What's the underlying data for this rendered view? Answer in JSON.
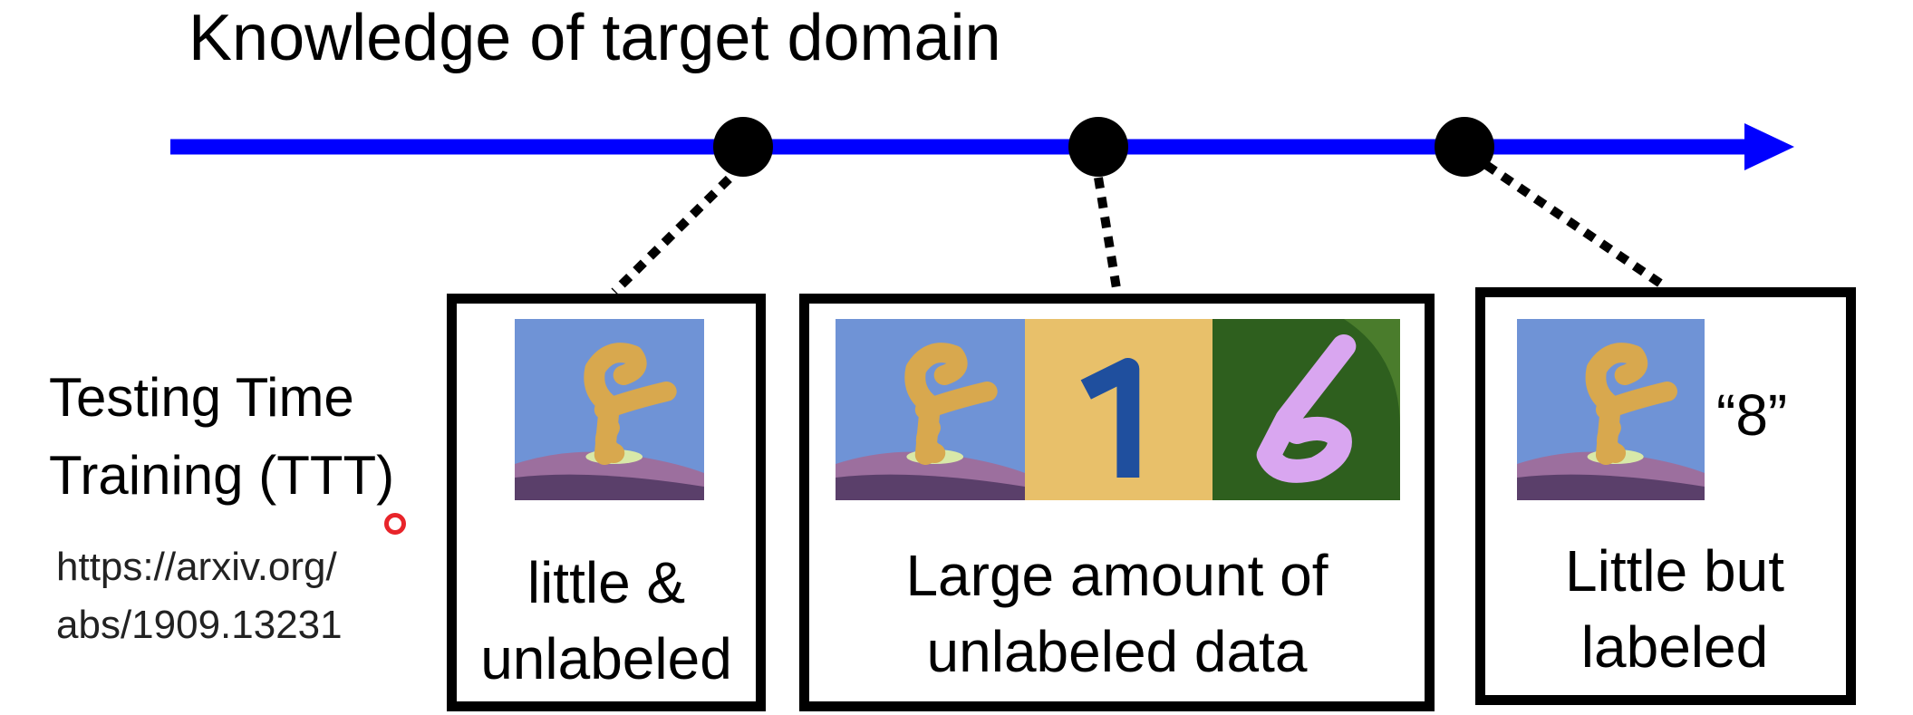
{
  "title": "Knowledge of target domain",
  "axis": {
    "color": "#0000ff"
  },
  "boxes": [
    {
      "label_line1": "little &",
      "label_line2": "unlabeled"
    },
    {
      "label_line1": "Large amount of",
      "label_line2": "unlabeled data"
    },
    {
      "label_line1": "Little but",
      "label_line2": "labeled",
      "annotation": "“8”"
    }
  ],
  "images": [
    "digit-8-on-blue-sky",
    "digit-1-on-yellow",
    "digit-6-on-green"
  ],
  "method": {
    "line1": "Testing Time",
    "line2": "Training (TTT)"
  },
  "reference": {
    "line1": "https://arxiv.org/",
    "line2": "abs/1909.13231"
  }
}
